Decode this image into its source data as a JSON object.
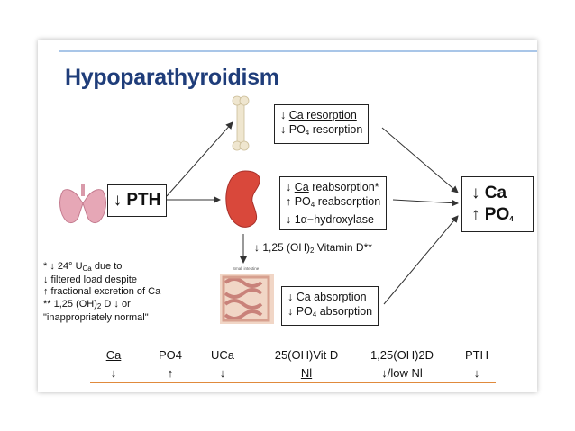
{
  "title": "Hypoparathyroidism",
  "pth_box": "↓ PTH",
  "bone_box": [
    "Ca resorption",
    "PO",
    "4",
    " resorption"
  ],
  "kidney_box": {
    "line1_ca": "Ca",
    "line1_rest": " reabsorption*",
    "line2": "↑ PO",
    "line2_sub": "4",
    "line2_rest": " reabsorption",
    "line3": "↓ 1α−hydroxylase"
  },
  "vit_d_label": "↓ 1,25 (OH)",
  "vit_d_sub": "2",
  "vit_d_rest": " Vitamin D**",
  "small_intestine_label": "Small intestine",
  "intestine_box": {
    "line1": "↓ Ca absorption",
    "line2": "↓ PO",
    "line2_sub": "4",
    "line2_rest": " absorption"
  },
  "result_box": {
    "line1": "↓ Ca",
    "line2": "↑ PO",
    "line2_sub": "4"
  },
  "notes": {
    "n1a": "* ↓ 24° U",
    "n1sub": "Ca",
    "n1b": " due to",
    "n2": "↓ filtered load despite",
    "n3": "↑ fractional excretion of Ca",
    "n4a": "** 1,25 (OH)",
    "n4sub": "2",
    "n4b": " D ↓ or",
    "n5": "\"inappropriately normal\""
  },
  "table": {
    "headers": [
      "Ca",
      "PO4",
      "UCa",
      "25(OH)Vit D",
      "1,25(OH)2D",
      "PTH"
    ],
    "values": [
      "↓",
      "↑",
      "↓",
      "Nl",
      "↓/low Nl",
      "↓"
    ]
  },
  "colors": {
    "title": "#1f3d7a",
    "accent_line": "#e08a3c",
    "kidney": "#d9483b",
    "bone": "#efe6cf",
    "down_arrow": "#c0392b"
  }
}
